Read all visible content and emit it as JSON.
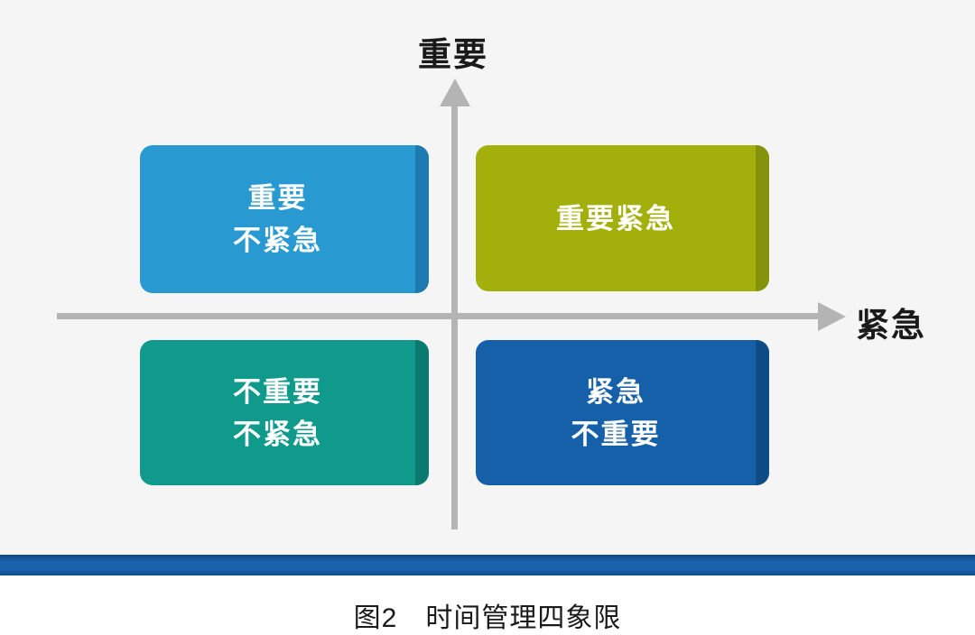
{
  "figure": {
    "caption": "图2　时间管理四象限"
  },
  "axes": {
    "y_label": "重要",
    "x_label": "紧急",
    "axis_color": "#b4b4b4"
  },
  "quadrants": {
    "top_left": {
      "lines": [
        "重要",
        "不紧急"
      ],
      "color": "#2899d1",
      "edge_color": "#1c7ab0"
    },
    "top_right": {
      "lines": [
        "重要紧急"
      ],
      "color": "#a3af0b",
      "edge_color": "#85930c"
    },
    "bottom_left": {
      "lines": [
        "不重要",
        "不紧急"
      ],
      "color": "#0f9a8c",
      "edge_color": "#0a7a70"
    },
    "bottom_right": {
      "lines": [
        "紧急",
        "不重要"
      ],
      "color": "#1660aa",
      "edge_color": "#0d4c85"
    }
  },
  "footer": {
    "bar_color": "#1b62ad"
  },
  "chart_data": {
    "type": "table",
    "title": "图2　时间管理四象限",
    "x_axis_label": "紧急",
    "y_axis_label": "重要",
    "quadrant_labels": {
      "upper_left": "重要 不紧急",
      "upper_right": "重要紧急",
      "lower_left": "不重要 不紧急",
      "lower_right": "紧急 不重要"
    }
  }
}
